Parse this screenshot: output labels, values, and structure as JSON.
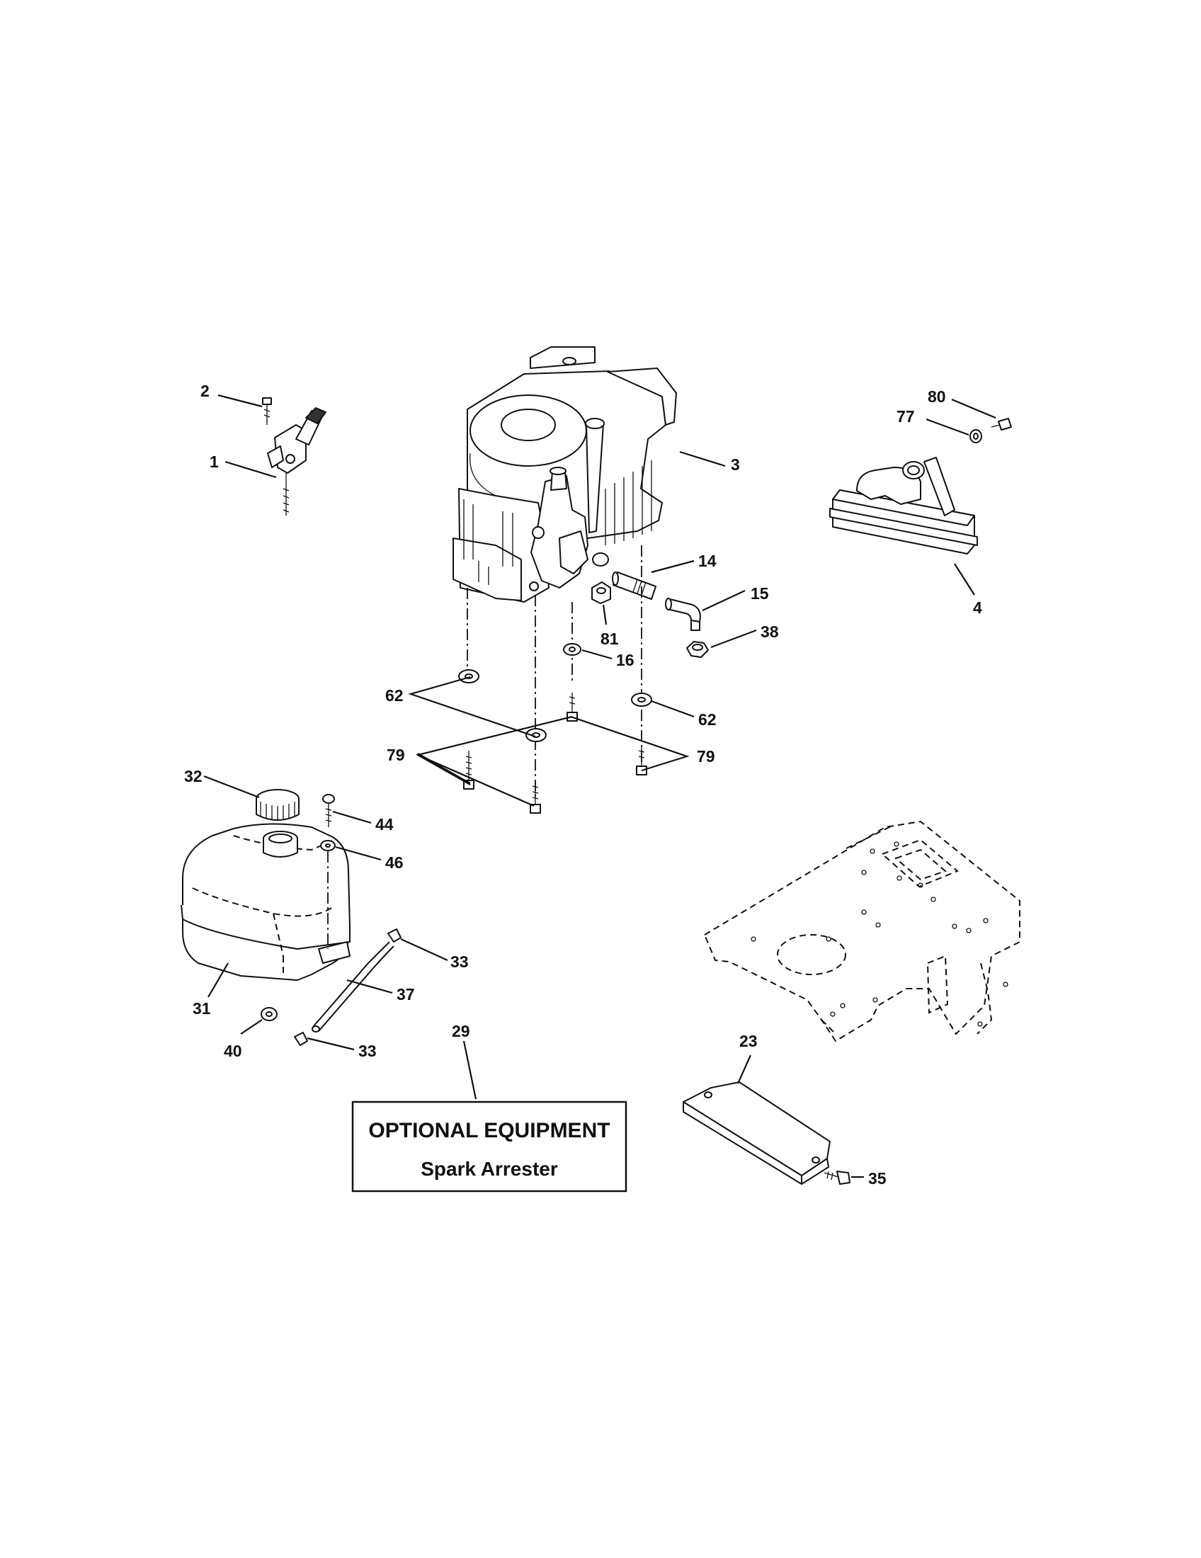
{
  "callouts": [
    {
      "id": "c2",
      "text": "2"
    },
    {
      "id": "c1",
      "text": "1"
    },
    {
      "id": "c3",
      "text": "3"
    },
    {
      "id": "c80",
      "text": "80"
    },
    {
      "id": "c77",
      "text": "77"
    },
    {
      "id": "c4",
      "text": "4"
    },
    {
      "id": "c14",
      "text": "14"
    },
    {
      "id": "c15",
      "text": "15"
    },
    {
      "id": "c38",
      "text": "38"
    },
    {
      "id": "c81",
      "text": "81"
    },
    {
      "id": "c16",
      "text": "16"
    },
    {
      "id": "c62a",
      "text": "62"
    },
    {
      "id": "c62b",
      "text": "62"
    },
    {
      "id": "c79a",
      "text": "79"
    },
    {
      "id": "c79b",
      "text": "79"
    },
    {
      "id": "c32",
      "text": "32"
    },
    {
      "id": "c44",
      "text": "44"
    },
    {
      "id": "c46",
      "text": "46"
    },
    {
      "id": "c33a",
      "text": "33"
    },
    {
      "id": "c37",
      "text": "37"
    },
    {
      "id": "c31",
      "text": "31"
    },
    {
      "id": "c40",
      "text": "40"
    },
    {
      "id": "c33b",
      "text": "33"
    },
    {
      "id": "c29",
      "text": "29"
    },
    {
      "id": "c23",
      "text": "23"
    },
    {
      "id": "c35",
      "text": "35"
    }
  ],
  "optional_box": {
    "title": "OPTIONAL EQUIPMENT",
    "subtitle": "Spark Arrester"
  }
}
